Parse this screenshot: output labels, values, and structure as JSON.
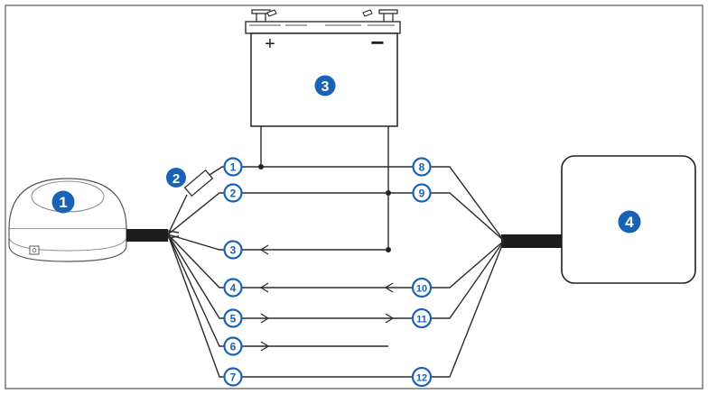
{
  "callouts": {
    "device": "1",
    "fuse": "2",
    "battery": "3",
    "remote_device": "4"
  },
  "battery": {
    "positive_symbol": "+",
    "negative_symbol": "−"
  },
  "wire_labels": {
    "w1": "1",
    "w2": "2",
    "w3": "3",
    "w4": "4",
    "w5": "5",
    "w6": "6",
    "w7": "7",
    "w8": "8",
    "w9": "9",
    "w10": "10",
    "w11": "11",
    "w12": "12"
  },
  "colors": {
    "callout_blue": "#1a62b5",
    "callout_ring": "#1a62b5",
    "wire": "#2b2b2b",
    "cable_jacket": "#1c1c1c"
  }
}
